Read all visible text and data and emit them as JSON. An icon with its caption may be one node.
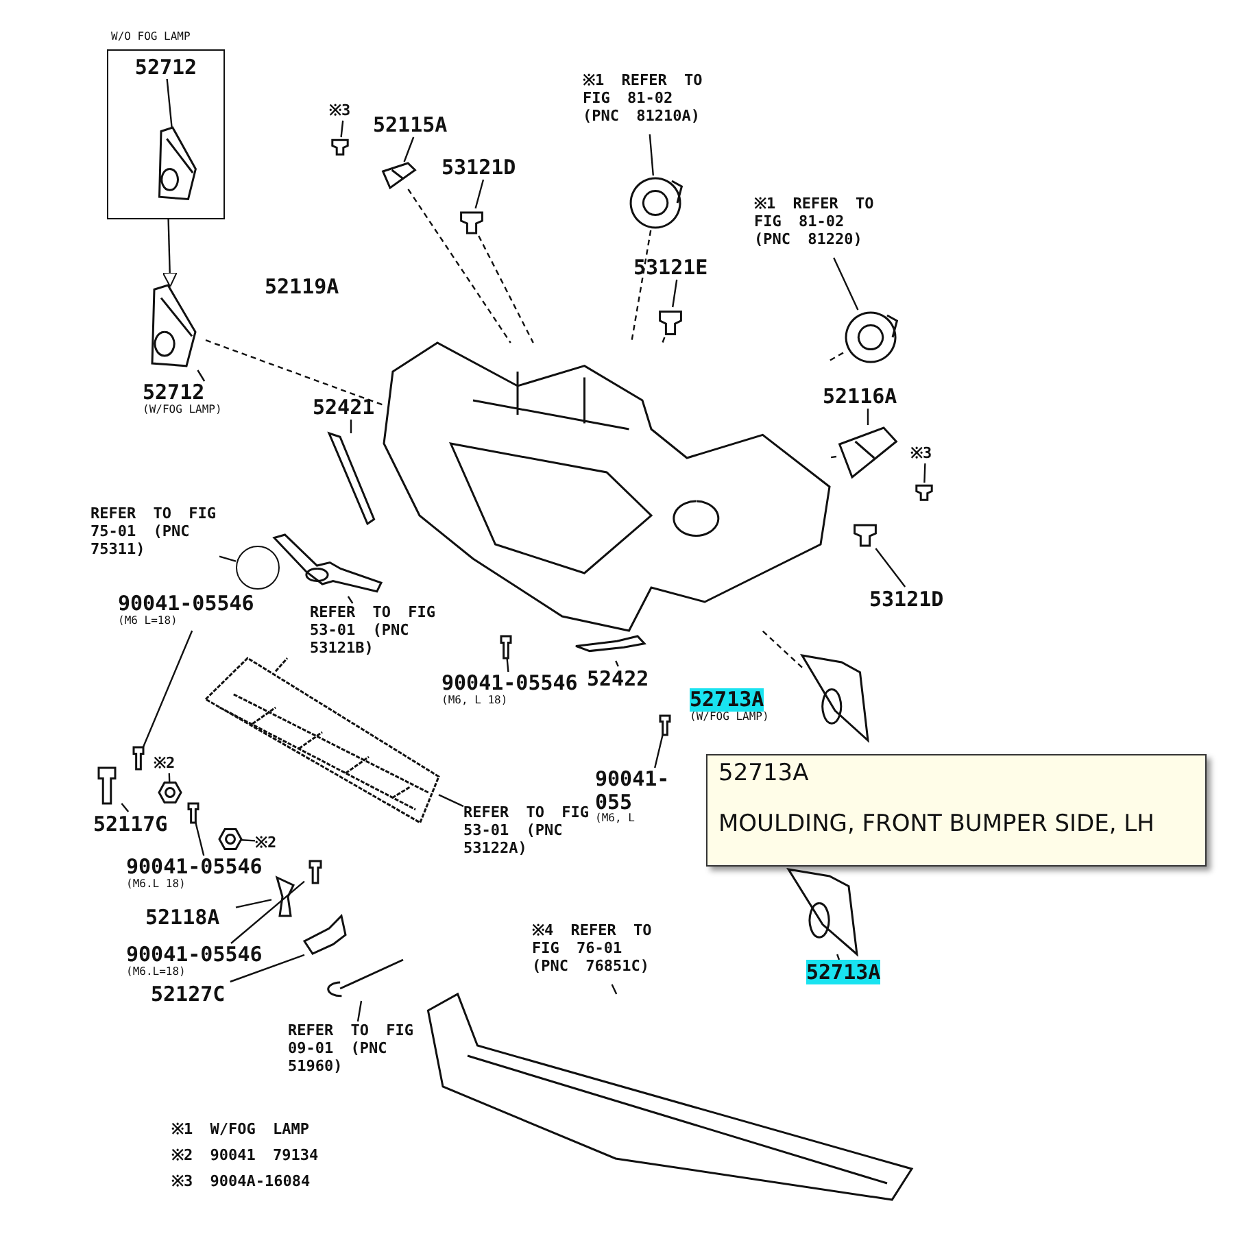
{
  "diagram": {
    "nodes": [
      {
        "text": [
          "W/O FOG LAMP",
          "52712"
        ]
      },
      {
        "text": [],
        "shape": "picture",
        "in": 0
      },
      {
        "text": [],
        "shape": "picture"
      },
      {
        "text": [
          "52712",
          "(W/FOG LAMP)"
        ]
      },
      {
        "text": [
          "※3"
        ]
      },
      {
        "text": [],
        "shape": "picture"
      },
      {
        "text": [
          "52115A"
        ]
      },
      {
        "text": [],
        "shape": "picture"
      },
      {
        "text": [
          "53121D"
        ]
      },
      {
        "text": [],
        "shape": "picture"
      },
      {
        "text": [
          "※1 REFER TO FIG 81-02 (PNC 81210A)"
        ]
      },
      {
        "text": [],
        "shape": "picture"
      },
      {
        "text": [
          "※1 REFER TO FIG 81-02 (PNC 81220)"
        ]
      },
      {
        "text": [],
        "shape": "picture"
      },
      {
        "text": [
          "53121E"
        ]
      },
      {
        "text": [],
        "shape": "picture"
      },
      {
        "text": [],
        "shape": "picture"
      },
      {
        "text": [
          "52421"
        ]
      },
      {
        "text": [],
        "shape": "picture"
      },
      {
        "text": [
          "52116A"
        ]
      },
      {
        "text": [],
        "shape": "picture"
      },
      {
        "text": [
          "※3"
        ]
      },
      {
        "text": [],
        "shape": "picture"
      },
      {
        "text": [
          "53121D"
        ]
      },
      {
        "text": [],
        "shape": "picture"
      },
      {
        "text": [
          "REFER TO FIG 75-01 (PNC 75311)"
        ]
      },
      {
        "text": [],
        "shape": "circle"
      },
      {
        "text": [],
        "shape": "picture"
      },
      {
        "text": [
          "REFER TO FIG 53-01 (PNC 53121B)"
        ]
      },
      {
        "text": [
          "90041-05546",
          "(M6 L=18)"
        ]
      },
      {
        "text": [],
        "shape": "picture"
      },
      {
        "text": [
          "90041-05546",
          "(M6, L 18)"
        ]
      },
      {
        "text": [],
        "shape": "picture"
      },
      {
        "text": [
          "52422"
        ]
      },
      {
        "text": [],
        "shape": "picture"
      },
      {
        "text": [
          "52713A",
          "(W/FOG LAMP)"
        ]
      },
      {
        "text": [],
        "shape": "picture"
      },
      {
        "text": [
          "90041-055",
          "(M6, L"
        ]
      },
      {
        "text": [],
        "shape": "picture"
      },
      {
        "text": [
          "52713A",
          "MOULDING, FRONT BUMPER SIDE, LH"
        ]
      },
      {
        "text": [],
        "shape": "picture"
      },
      {
        "text": [
          "52713A"
        ]
      },
      {
        "text": [],
        "shape": "picture"
      },
      {
        "text": [
          "52117G"
        ]
      },
      {
        "text": [],
        "shape": "picture"
      },
      {
        "text": [
          "※2"
        ]
      },
      {
        "text": [],
        "shape": "picture"
      },
      {
        "text": [],
        "shape": "picture"
      },
      {
        "text": [
          "※2"
        ]
      },
      {
        "text": [],
        "shape": "picture"
      },
      {
        "text": [
          "90041-05546",
          "(M6.L 18)"
        ]
      },
      {
        "text": [
          "REFER TO FIG 53-01 (PNC 53122A)"
        ]
      },
      {
        "text": [
          "52118A"
        ]
      },
      {
        "text": [],
        "shape": "picture"
      },
      {
        "text": [
          "90041-05546",
          "(M6.L=18)"
        ]
      },
      {
        "text": [],
        "shape": "picture"
      },
      {
        "text": [
          "52127C"
        ]
      },
      {
        "text": [],
        "shape": "picture"
      },
      {
        "text": [],
        "shape": "picture"
      },
      {
        "text": [
          "REFER TO FIG 09-01 (PNC 51960)"
        ]
      },
      {
        "text": [],
        "shape": "picture"
      },
      {
        "text": [
          "※4 REFER TO FIG 76-01 (PNC 76851C)"
        ]
      }
    ],
    "edges": [
      {
        "from": 0,
        "to": 1,
        "arrow": "none"
      },
      {
        "from": 0,
        "to": 2,
        "arrow": "to"
      },
      {
        "from": 3,
        "to": 2,
        "arrow": "none"
      },
      {
        "from": 4,
        "to": 5,
        "arrow": "none"
      },
      {
        "from": 6,
        "to": 7,
        "arrow": "none"
      },
      {
        "from": 8,
        "to": 9,
        "arrow": "none"
      },
      {
        "from": 10,
        "to": 11,
        "arrow": "none"
      },
      {
        "from": 12,
        "to": 13,
        "arrow": "none"
      },
      {
        "from": 14,
        "to": 15,
        "arrow": "none"
      },
      {
        "from": 17,
        "to": 18,
        "arrow": "none"
      },
      {
        "from": 19,
        "to": 20,
        "arrow": "none"
      },
      {
        "from": 21,
        "to": 22,
        "arrow": "none"
      },
      {
        "from": 23,
        "to": 24,
        "arrow": "none"
      },
      {
        "from": 25,
        "to": 26,
        "arrow": "none"
      },
      {
        "from": 28,
        "to": 27,
        "arrow": "none"
      },
      {
        "from": 29,
        "to": 30,
        "arrow": "none"
      },
      {
        "from": 31,
        "to": 32,
        "arrow": "none"
      },
      {
        "from": 33,
        "to": 34,
        "arrow": "none"
      },
      {
        "from": 37,
        "to": 38,
        "arrow": "none"
      },
      {
        "from": 41,
        "to": 40,
        "arrow": "none"
      },
      {
        "from": 43,
        "to": 44,
        "arrow": "none"
      },
      {
        "from": 45,
        "to": 46,
        "arrow": "none"
      },
      {
        "from": 48,
        "to": 47,
        "arrow": "none"
      },
      {
        "from": 50,
        "to": 49,
        "arrow": "none"
      },
      {
        "from": 51,
        "to": 42,
        "arrow": "none"
      },
      {
        "from": 52,
        "to": 53,
        "arrow": "none"
      },
      {
        "from": 54,
        "to": 55,
        "arrow": "none"
      },
      {
        "from": 56,
        "to": 57,
        "arrow": "none"
      },
      {
        "from": 59,
        "to": 58,
        "arrow": "none"
      },
      {
        "from": 61,
        "to": 60,
        "arrow": "none"
      },
      {
        "from": 2,
        "to": 16,
        "arrow": "none",
        "style": "dashed"
      },
      {
        "from": 7,
        "to": 16,
        "arrow": "none",
        "style": "dashed"
      },
      {
        "from": 9,
        "to": 16,
        "arrow": "none",
        "style": "dashed"
      },
      {
        "from": 11,
        "to": 16,
        "arrow": "none",
        "style": "dashed"
      },
      {
        "from": 13,
        "to": 16,
        "arrow": "none",
        "style": "dashed"
      },
      {
        "from": 15,
        "to": 16,
        "arrow": "none",
        "style": "dashed"
      },
      {
        "from": 20,
        "to": 16,
        "arrow": "none",
        "style": "dashed"
      },
      {
        "from": 36,
        "to": 16,
        "arrow": "none",
        "style": "dashed"
      }
    ],
    "labels": [
      "52119A",
      "※1 W/FOG LAMP",
      "※2 90041 79134",
      "※3 9004A-16084"
    ]
  }
}
